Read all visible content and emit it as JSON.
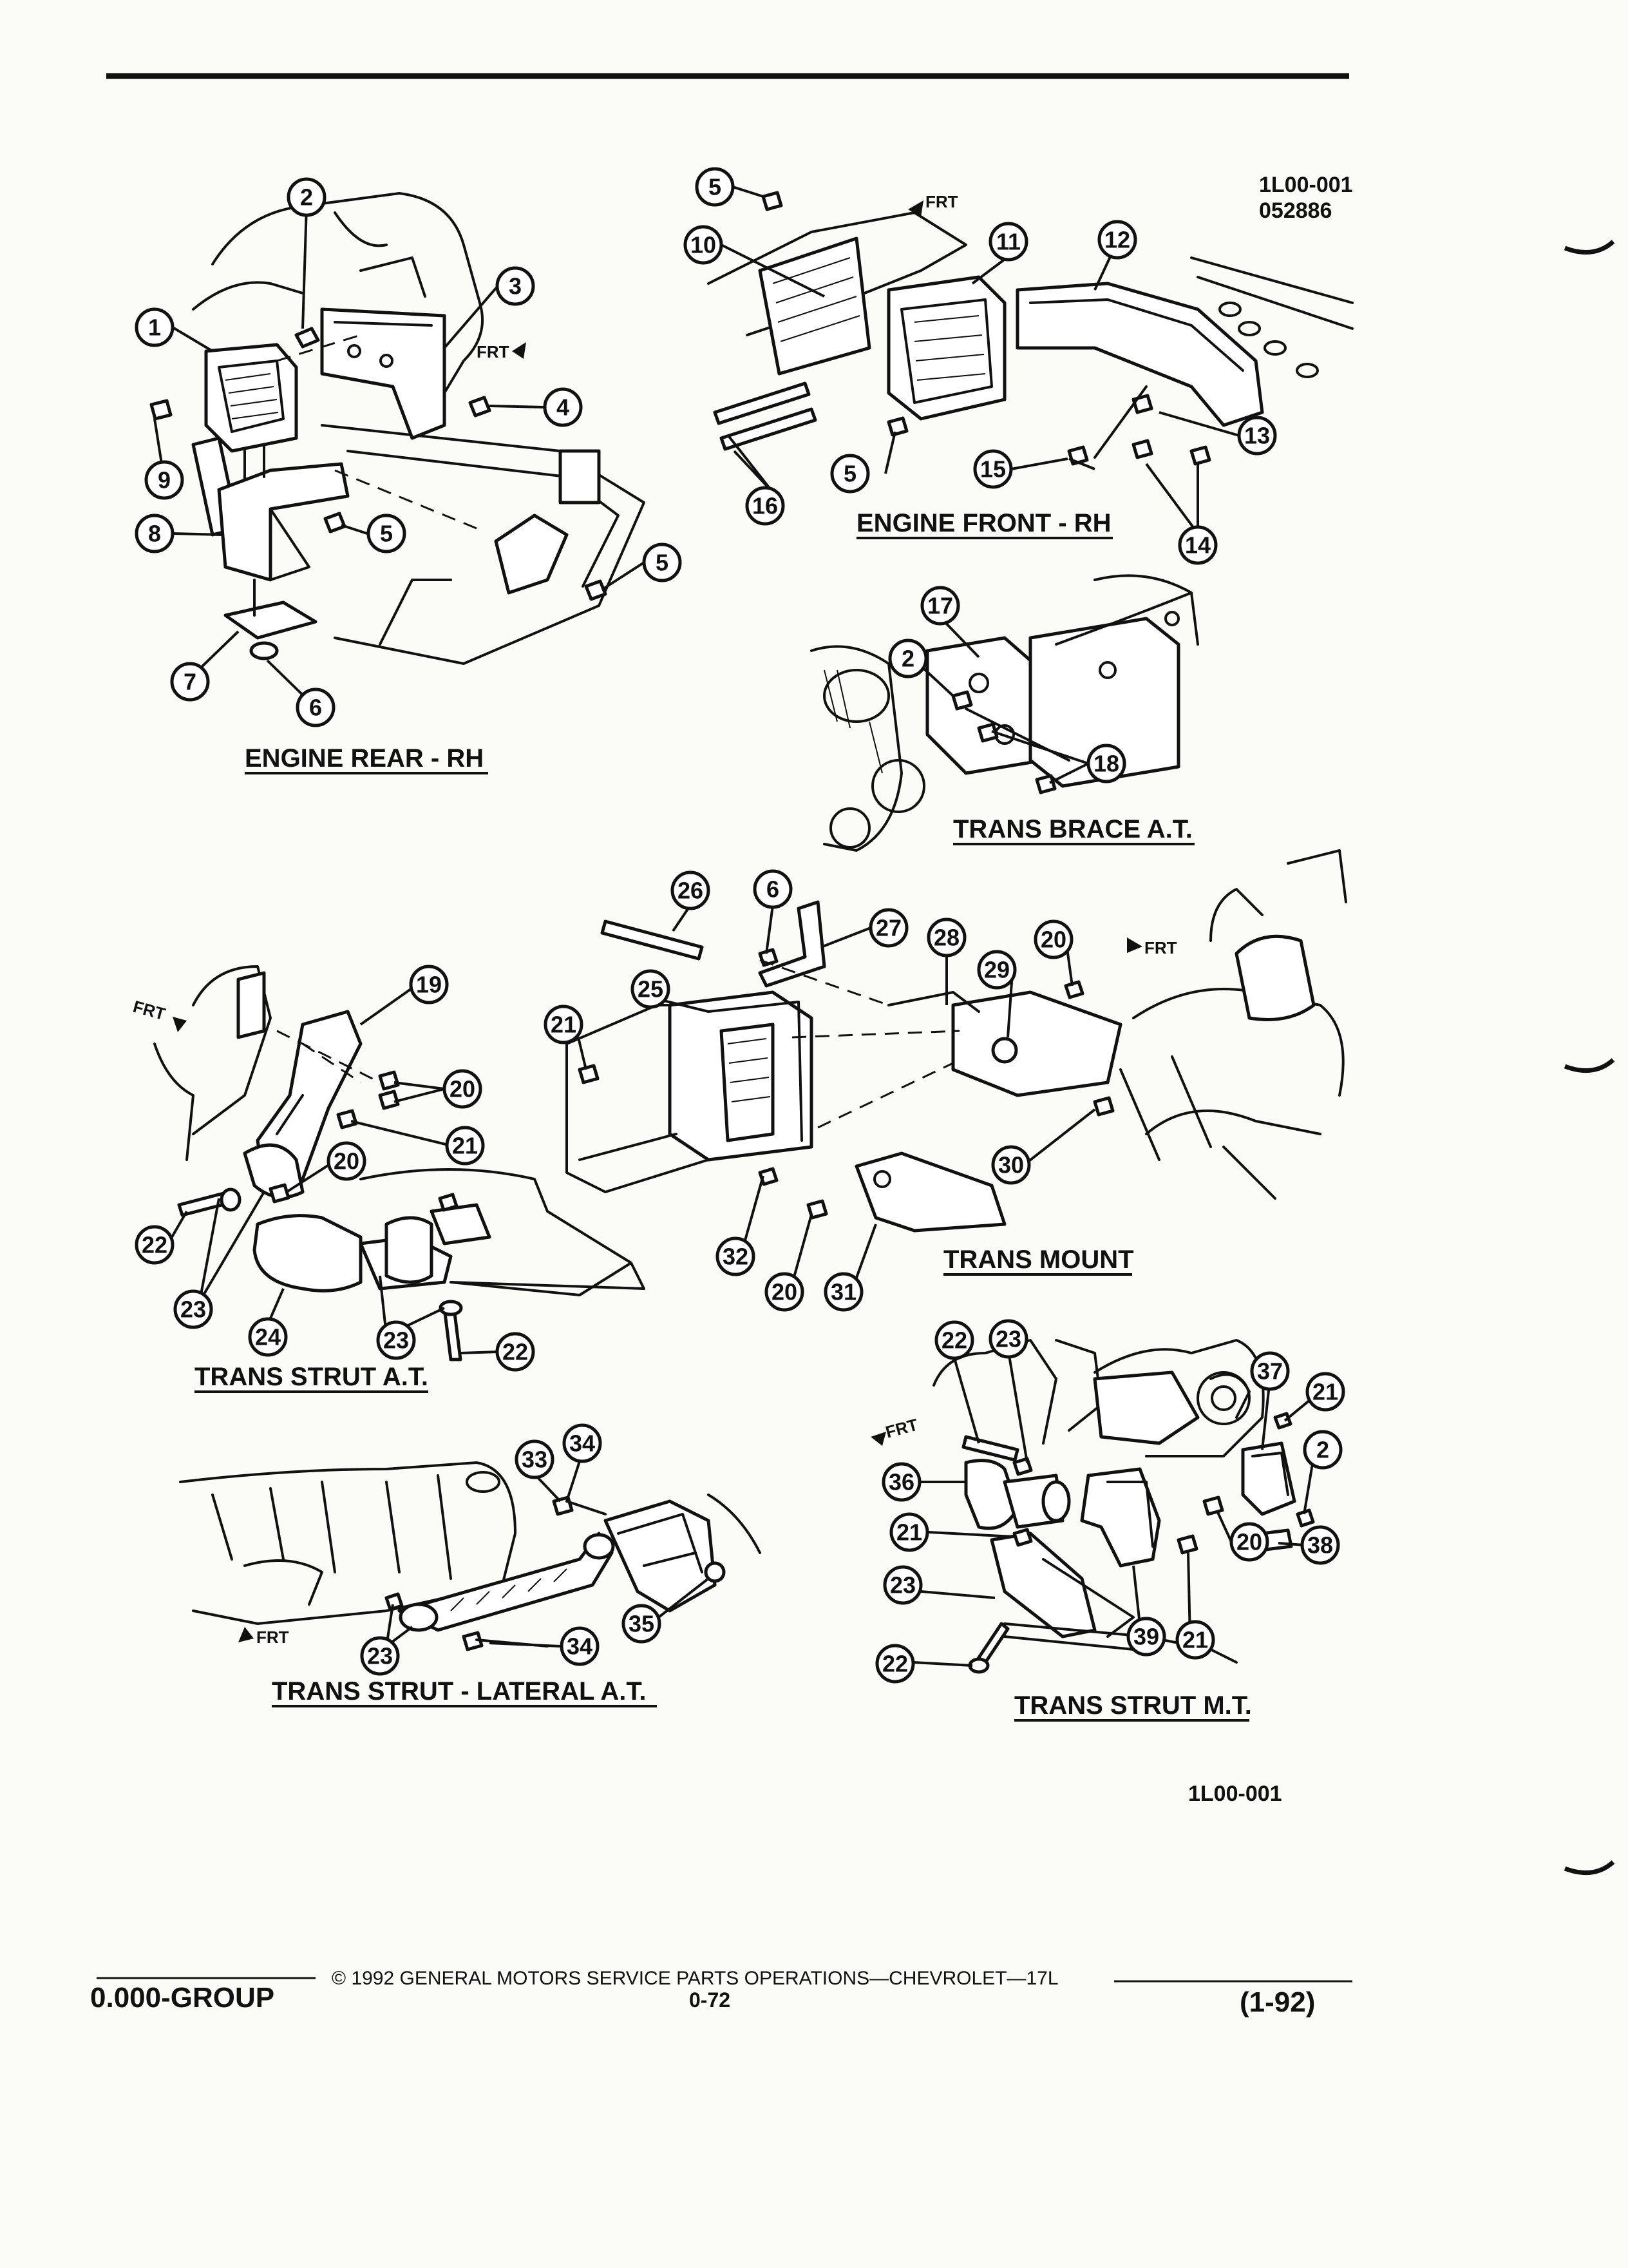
{
  "page": {
    "ref_top_line1": "1L00-001",
    "ref_top_line2": "052886",
    "ref_bottom": "1L00-001",
    "frt_label": "FRT"
  },
  "views": [
    {
      "id": "engine-rear-rh",
      "title": "ENGINE REAR - RH"
    },
    {
      "id": "engine-front-rh",
      "title": "ENGINE FRONT - RH"
    },
    {
      "id": "trans-brace-at",
      "title": "TRANS BRACE A.T."
    },
    {
      "id": "trans-mount",
      "title": "TRANS MOUNT"
    },
    {
      "id": "trans-strut-at",
      "title": "TRANS STRUT A.T."
    },
    {
      "id": "trans-strut-lateral-at",
      "title": "TRANS STRUT - LATERAL A.T."
    },
    {
      "id": "trans-strut-mt",
      "title": "TRANS STRUT M.T."
    }
  ],
  "footer": {
    "group": "0.000-GROUP",
    "copyright": "© 1992 GENERAL MOTORS SERVICE PARTS OPERATIONS—CHEVROLET—17L",
    "page_number": "0-72",
    "date": "(1-92)"
  }
}
